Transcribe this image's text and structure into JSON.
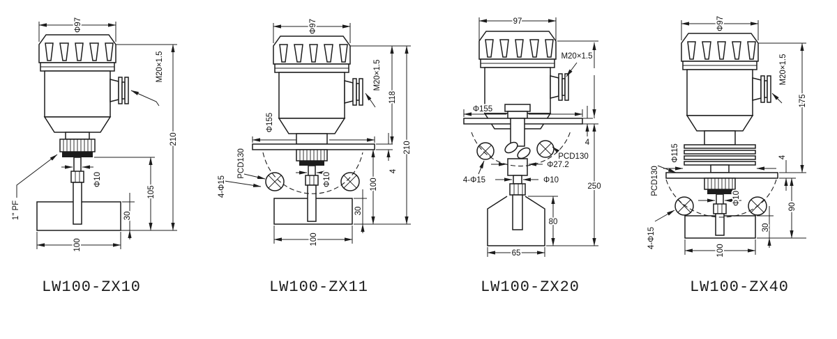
{
  "page": {
    "background": "#ffffff"
  },
  "drawings": [
    {
      "model": "LW100-ZX10",
      "dims": {
        "head_width": "Φ97",
        "cable_entry": "M20×1.5",
        "overall_height": "210",
        "insert_height": "105",
        "shaft_dia": "Φ10",
        "process_thread": "1\" PF",
        "vane_height": "30",
        "vane_width": "100"
      }
    },
    {
      "model": "LW100-ZX11",
      "dims": {
        "head_width": "Φ97",
        "cable_entry": "M20×1.5",
        "head_height": "118",
        "overall_height": "210",
        "flange_dia": "Φ155",
        "flange_thickness": "4",
        "bolt_circle": "PCD130",
        "bolt_holes": "4-Φ15",
        "shaft_dia": "Φ10",
        "below_flange": "100",
        "vane_height": "30",
        "vane_width": "100"
      }
    },
    {
      "model": "LW100-ZX20",
      "dims": {
        "head_width": "97",
        "cable_entry": "M20×1.5",
        "flange_dia": "Φ155",
        "flange_thickness": "4",
        "bolt_circle": "PCD130",
        "bolt_holes": "4-Φ15",
        "hub_dia": "Φ27.2",
        "shaft_dia": "Φ10",
        "vane_height": "80",
        "vane_width": "65",
        "below_flange": "250"
      }
    },
    {
      "model": "LW100-ZX40",
      "dims": {
        "head_width": "Φ97",
        "cable_entry": "M20×1.5",
        "head_height": "175",
        "fin_dia": "Φ115",
        "flange_thickness": "4",
        "bolt_circle": "PCD130",
        "bolt_holes": "4-Φ15",
        "shaft_dia": "Φ10",
        "below_flange": "90",
        "vane_height": "30",
        "vane_width": "100"
      }
    }
  ]
}
